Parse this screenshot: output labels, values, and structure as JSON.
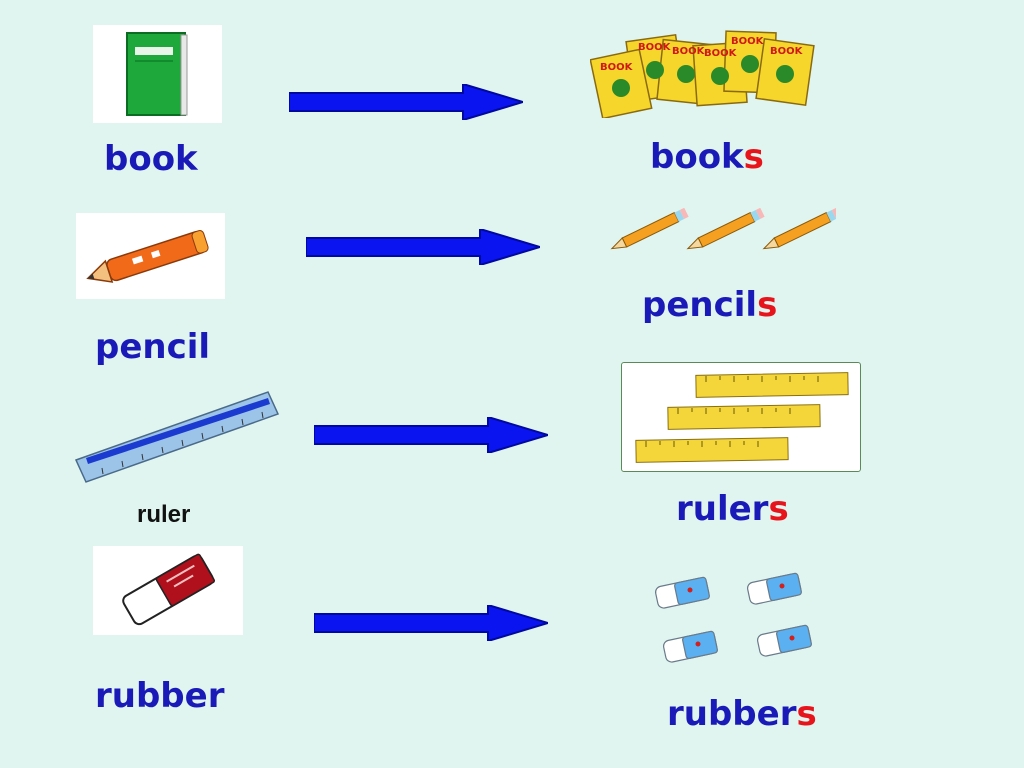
{
  "items": [
    {
      "singular": "book",
      "plural_stem": "book",
      "plural_suffix": "s"
    },
    {
      "singular": "pencil",
      "plural_stem": "pencil",
      "plural_suffix": "s"
    },
    {
      "singular": "ruler",
      "plural_stem": "ruler",
      "plural_suffix": "s"
    },
    {
      "singular": "rubber",
      "plural_stem": "rubber",
      "plural_suffix": "s"
    }
  ],
  "book_cover_text": "BOOK",
  "colors": {
    "background": "#e0f5ef",
    "word": "#1a1ab8",
    "suffix": "#e8141c",
    "arrow": "#0a14f0"
  },
  "icons": [
    "green-book-icon",
    "books-stack-icon",
    "pencil-icon",
    "pencils-icon",
    "ruler-icon",
    "rulers-icon",
    "rubber-icon",
    "rubbers-icon",
    "right-arrow-icon"
  ]
}
